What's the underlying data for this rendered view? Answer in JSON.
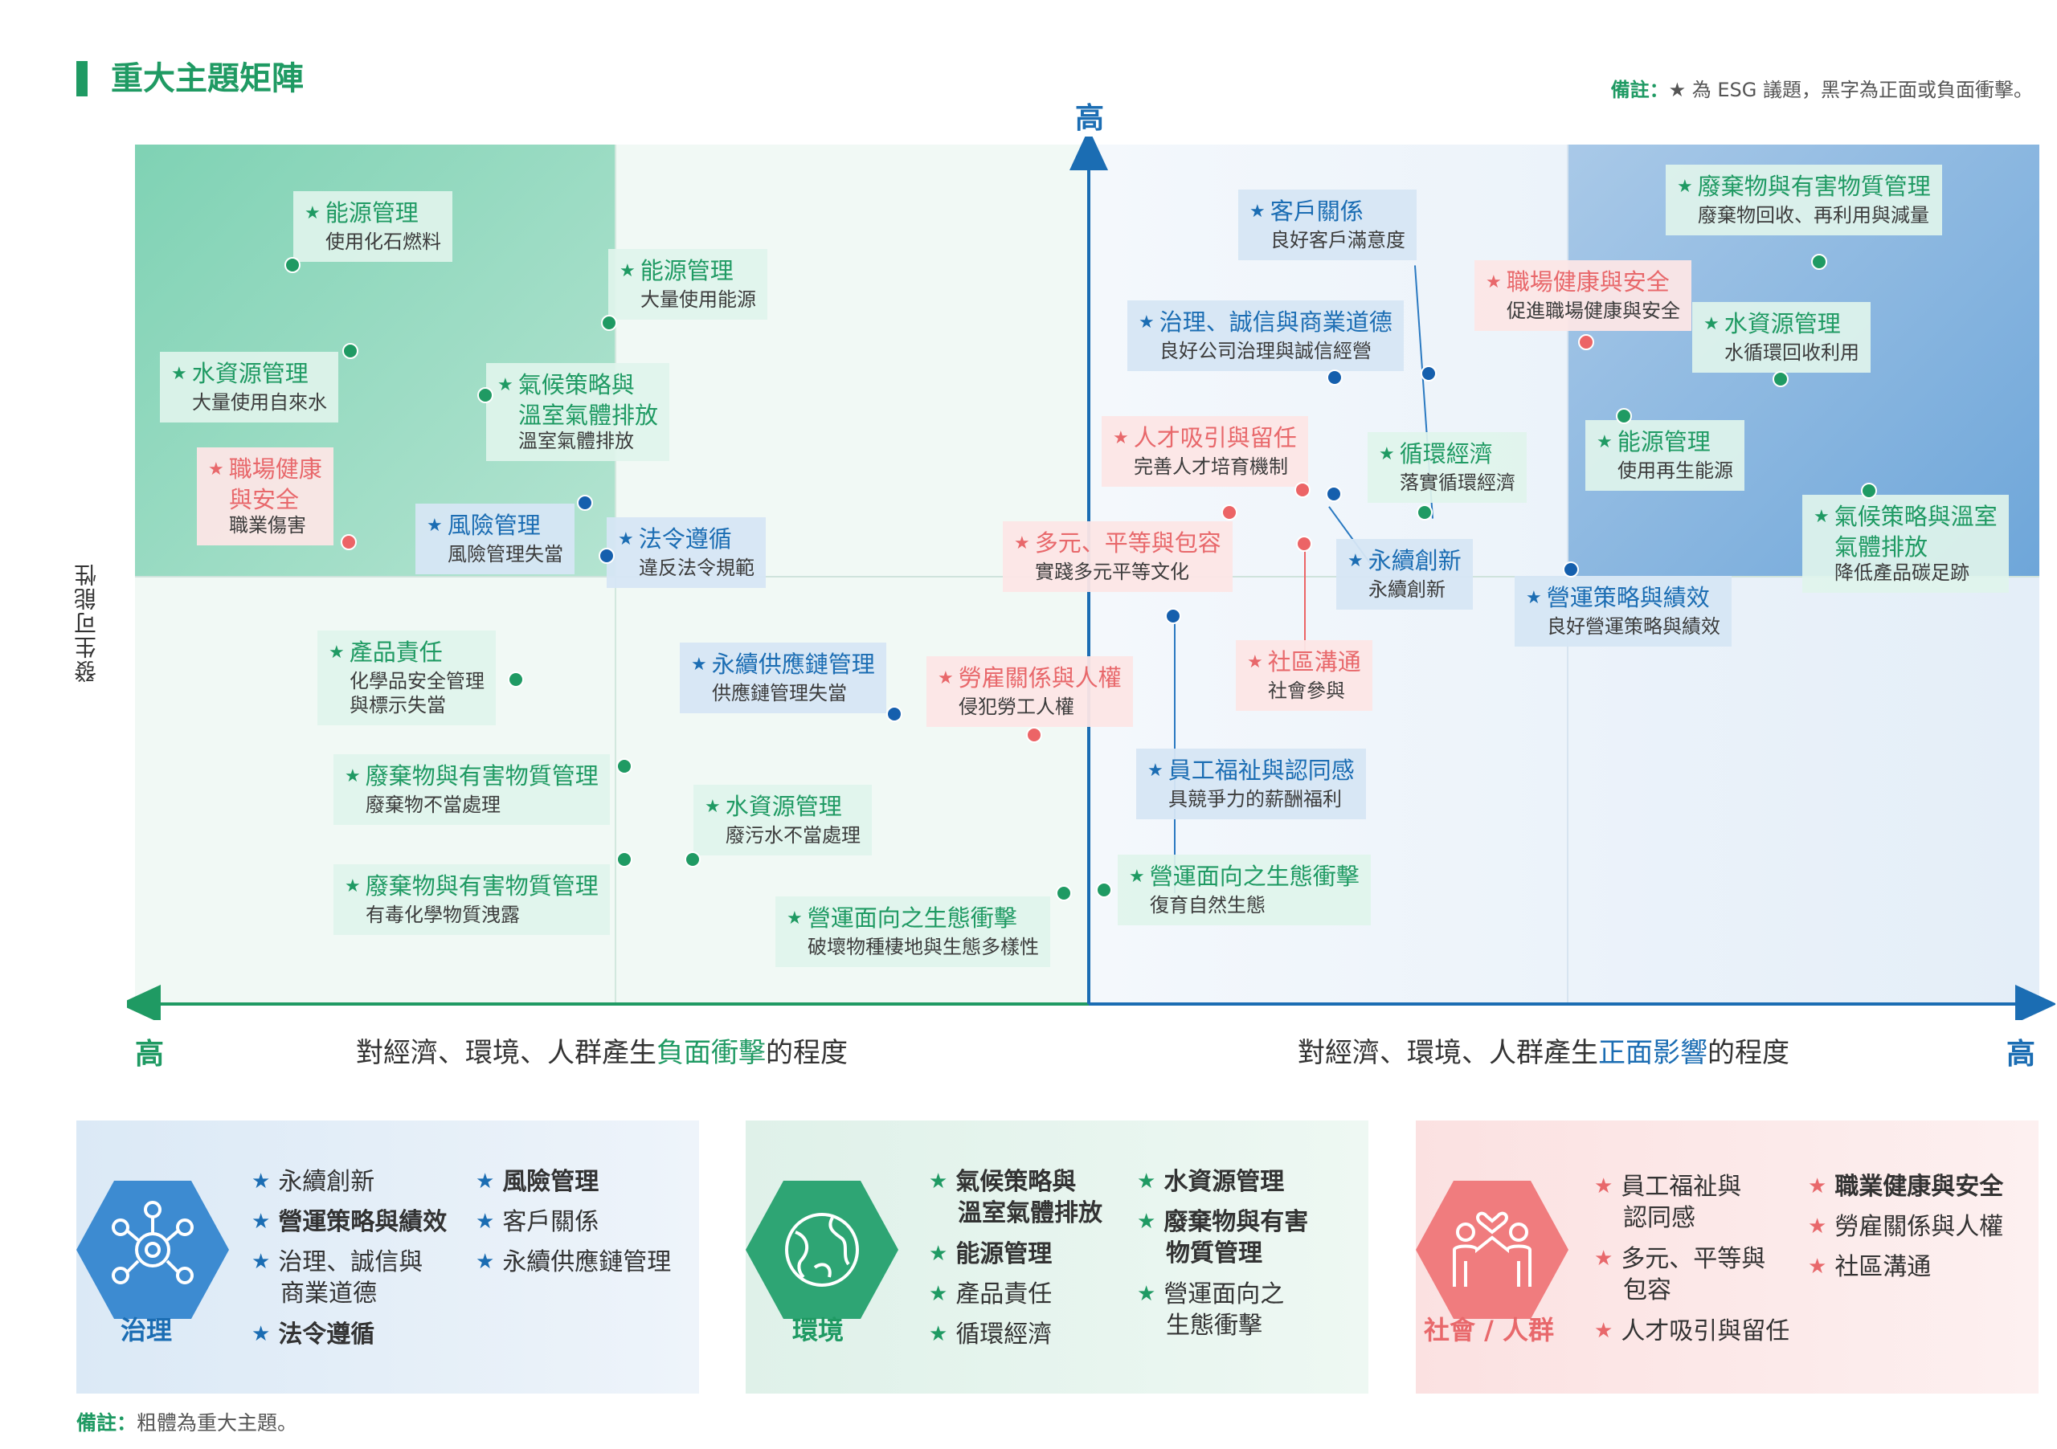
{
  "title": "重大主題矩陣",
  "note_top": {
    "label": "備註：",
    "text": "★ 為 ESG 議題，黑字為正面或負面衝擊。"
  },
  "axis": {
    "y_high": "高",
    "y_label": "發生可能性",
    "x_left_high": "高",
    "x_right_high": "高",
    "x_left_pre": "對經濟、環境、人群產生",
    "x_left_em": "負面衝擊",
    "x_left_post": "的程度",
    "x_right_pre": "對經濟、環境、人群產生",
    "x_right_em": "正面影響",
    "x_right_post": "的程度"
  },
  "colors": {
    "environment": "#1f9a63",
    "governance": "#1b6db3",
    "social": "#e8686b"
  },
  "topics": [
    {
      "title": "能源管理",
      "sub": "使用化石燃料",
      "cat": "g"
    },
    {
      "title": "能源管理",
      "sub": "大量使用能源",
      "cat": "g"
    },
    {
      "title": "水資源管理",
      "sub": "大量使用自來水",
      "cat": "g"
    },
    {
      "title": "氣候策略與",
      "title2": "溫室氣體排放",
      "sub": "溫室氣體排放",
      "cat": "g"
    },
    {
      "title": "職場健康",
      "title2": "與安全",
      "sub": "職業傷害",
      "cat": "r"
    },
    {
      "title": "風險管理",
      "sub": "風險管理失當",
      "cat": "b"
    },
    {
      "title": "法令遵循",
      "sub": "違反法令規範",
      "cat": "b"
    },
    {
      "title": "產品責任",
      "sub": "化學品安全管理",
      "sub2": "與標示失當",
      "cat": "g"
    },
    {
      "title": "永續供應鏈管理",
      "sub": "供應鏈管理失當",
      "cat": "b"
    },
    {
      "title": "勞雇關係與人權",
      "sub": "侵犯勞工人權",
      "cat": "r"
    },
    {
      "title": "廢棄物與有害物質管理",
      "sub": "廢棄物不當處理",
      "cat": "g"
    },
    {
      "title": "水資源管理",
      "sub": "廢污水不當處理",
      "cat": "g"
    },
    {
      "title": "廢棄物與有害物質管理",
      "sub": "有毒化學物質洩露",
      "cat": "g"
    },
    {
      "title": "營運面向之生態衝擊",
      "sub": "破壞物種棲地與生態多樣性",
      "cat": "g"
    },
    {
      "title": "客戶關係",
      "sub": "良好客戶滿意度",
      "cat": "b"
    },
    {
      "title": "治理、誠信與商業道德",
      "sub": "良好公司治理與誠信經營",
      "cat": "b"
    },
    {
      "title": "人才吸引與留任",
      "sub": "完善人才培育機制",
      "cat": "r"
    },
    {
      "title": "循環經濟",
      "sub": "落實循環經濟",
      "cat": "g"
    },
    {
      "title": "多元、平等與包容",
      "sub": "實踐多元平等文化",
      "cat": "r"
    },
    {
      "title": "永續創新",
      "sub": "永續創新",
      "cat": "b"
    },
    {
      "title": "社區溝通",
      "sub": "社會參與",
      "cat": "r"
    },
    {
      "title": "員工福祉與認同感",
      "sub": "具競爭力的薪酬福利",
      "cat": "b"
    },
    {
      "title": "營運面向之生態衝擊",
      "sub": "復育自然生態",
      "cat": "g"
    },
    {
      "title": "廢棄物與有害物質管理",
      "sub": "廢棄物回收、再利用與減量",
      "cat": "g"
    },
    {
      "title": "職場健康與安全",
      "sub": "促進職場健康與安全",
      "cat": "r"
    },
    {
      "title": "水資源管理",
      "sub": "水循環回收利用",
      "cat": "g"
    },
    {
      "title": "能源管理",
      "sub": "使用再生能源",
      "cat": "g"
    },
    {
      "title": "氣候策略與溫室",
      "title2": "氣體排放",
      "sub": "降低產品碳足跡",
      "cat": "g"
    },
    {
      "title": "營運策略與績效",
      "sub": "良好營運策略與績效",
      "cat": "b"
    }
  ],
  "legend": {
    "governance": {
      "caption": "治理",
      "items": [
        "永續創新",
        "營運策略與績效",
        "治理、誠信與",
        "商業道德",
        "法令遵循",
        "風險管理",
        "客戶關係",
        "永續供應鏈管理"
      ]
    },
    "environment": {
      "caption": "環境",
      "items": [
        "氣候策略與",
        "溫室氣體排放",
        "能源管理",
        "產品責任",
        "循環經濟",
        "水資源管理",
        "廢棄物與有害",
        "物質管理",
        "營運面向之",
        "生態衝擊"
      ]
    },
    "social": {
      "caption": "社會 / 人群",
      "items": [
        "員工福祉與",
        "認同感",
        "多元、平等與",
        "包容",
        "人才吸引與留任",
        "職業健康與安全",
        "勞雇關係與人權",
        "社區溝通"
      ]
    }
  },
  "note_bottom": {
    "label": "備註：",
    "text": "粗體為重大主題。"
  }
}
